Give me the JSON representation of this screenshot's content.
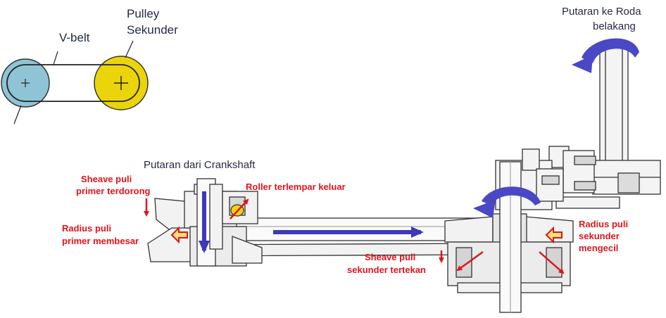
{
  "labels": {
    "vbelt": "V-belt",
    "pulley_line1": "Pulley",
    "pulley_line2": "Sekunder",
    "wheel_line1": "Putaran ke Roda",
    "wheel_line2": "belakang",
    "crankshaft": "Putaran dari Crankshaft",
    "sheave_primer_line1": "Sheave puli",
    "sheave_primer_line2": "primer terdorong",
    "roller": "Roller terlempar keluar",
    "radius_primer_line1": "Radius puli",
    "radius_primer_line2": "primer membesar",
    "sheave_sekunder_line1": "Sheave puli",
    "sheave_sekunder_line2": "sekunder tertekan",
    "radius_sekunder_line1": "Radius puli",
    "radius_sekunder_line2": "sekunder",
    "radius_sekunder_line3": "mengecil"
  },
  "colors": {
    "primary_pulley": "#8fc4d6",
    "secondary_pulley": "#ecd40b",
    "annotation_red": "#e0141b",
    "flow_arrow": "#3d3ab8",
    "rotation_arrow": "#4a48c4"
  }
}
